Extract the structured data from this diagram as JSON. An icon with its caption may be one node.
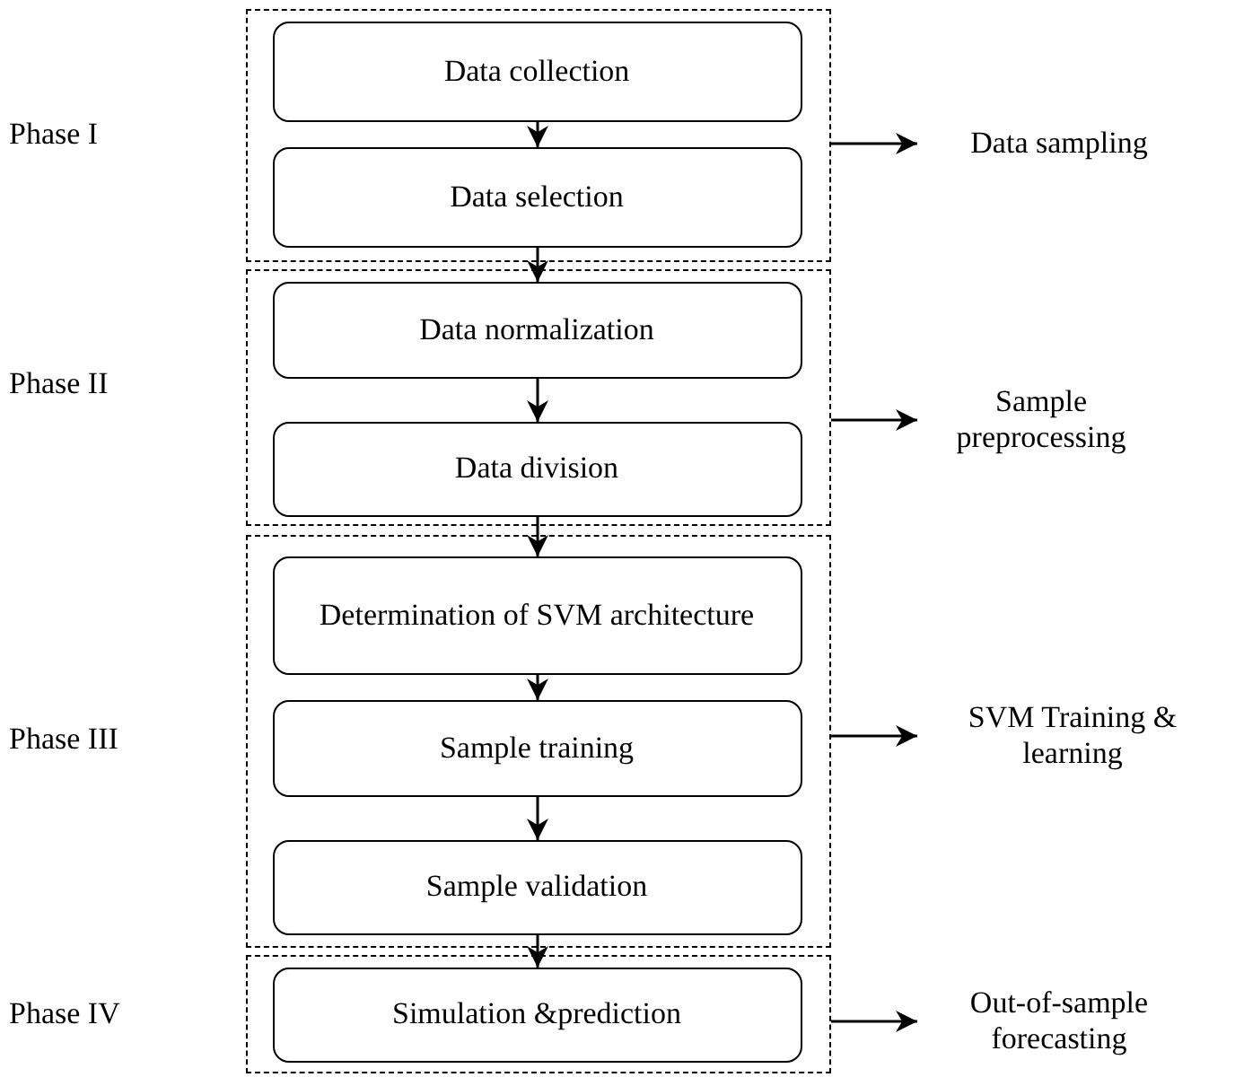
{
  "diagram": {
    "nodes": [
      {
        "text": [],
        "shape": "box"
      },
      {
        "text": [
          "Data collection"
        ],
        "in": 0
      },
      {
        "text": [
          "Data selection"
        ],
        "in": 0
      },
      {
        "text": [],
        "shape": "box"
      },
      {
        "text": [
          "Data normalization"
        ],
        "in": 3
      },
      {
        "text": [
          "Data division"
        ],
        "in": 3
      },
      {
        "text": [],
        "shape": "box"
      },
      {
        "text": [
          "Determination of SVM architecture"
        ],
        "in": 6
      },
      {
        "text": [
          "Sample training"
        ],
        "in": 6
      },
      {
        "text": [
          "Sample validation"
        ],
        "in": 6
      },
      {
        "text": [],
        "shape": "box"
      },
      {
        "text": [
          "Simulation &prediction"
        ],
        "in": 10
      },
      {
        "text": [
          "Data sampling"
        ]
      },
      {
        "text": [
          "Sample preprocessing"
        ]
      },
      {
        "text": [
          "SVM Training & learning"
        ]
      },
      {
        "text": [
          "Out-of-sample forecasting"
        ]
      }
    ],
    "labels": [
      "Phase I",
      "Phase II",
      "Phase III",
      "Phase IV"
    ],
    "edges": [
      {
        "from": 1,
        "to": 2,
        "arrow": "to"
      },
      {
        "from": 2,
        "to": 4,
        "arrow": "to"
      },
      {
        "from": 4,
        "to": 5,
        "arrow": "to"
      },
      {
        "from": 5,
        "to": 7,
        "arrow": "to"
      },
      {
        "from": 7,
        "to": 8,
        "arrow": "to"
      },
      {
        "from": 8,
        "to": 9,
        "arrow": "to"
      },
      {
        "from": 9,
        "to": 11,
        "arrow": "to"
      },
      {
        "from": 0,
        "to": 12,
        "arrow": "to"
      },
      {
        "from": 3,
        "to": 13,
        "arrow": "to"
      },
      {
        "from": 6,
        "to": 14,
        "arrow": "to"
      },
      {
        "from": 10,
        "to": 15,
        "arrow": "to"
      }
    ]
  }
}
